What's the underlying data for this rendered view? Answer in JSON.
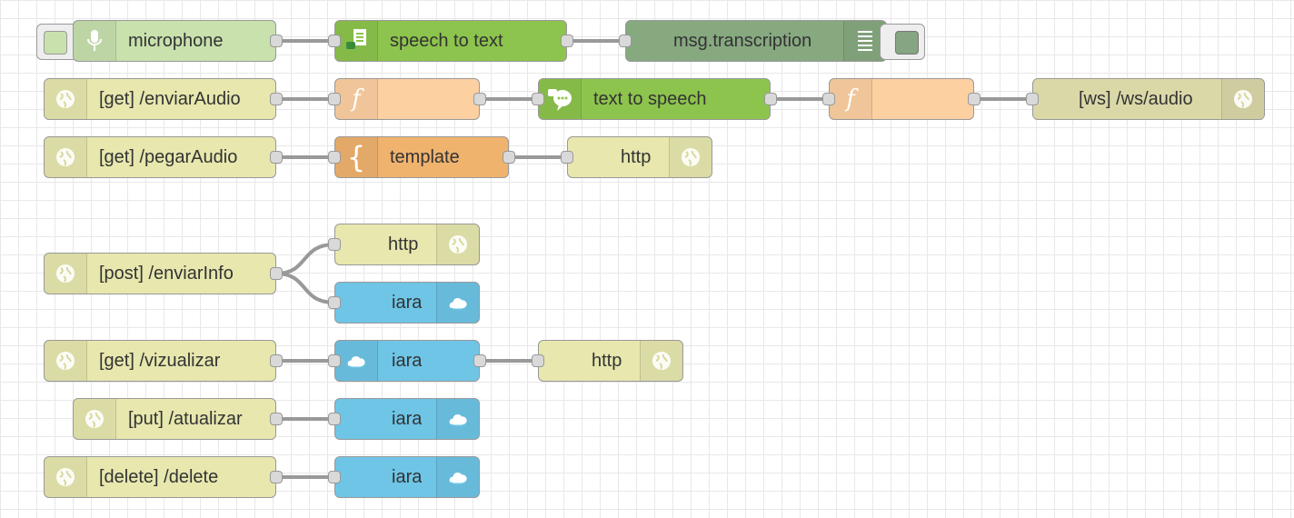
{
  "nodes": {
    "microphone": {
      "label": "microphone"
    },
    "speech_to_text": {
      "label": "speech to text"
    },
    "debug": {
      "label": "msg.transcription"
    },
    "get_enviar_audio": {
      "label": "[get] /enviarAudio"
    },
    "function_1": {
      "label": ""
    },
    "text_to_speech": {
      "label": "text to speech"
    },
    "function_2": {
      "label": ""
    },
    "ws_audio": {
      "label": "[ws] /ws/audio"
    },
    "get_pegar_audio": {
      "label": "[get] /pegarAudio"
    },
    "template": {
      "label": "template"
    },
    "http_1": {
      "label": "http"
    },
    "post_enviar_info": {
      "label": "[post] /enviarInfo"
    },
    "http_2": {
      "label": "http"
    },
    "iara_1": {
      "label": "iara"
    },
    "get_vizualizar": {
      "label": "[get] /vizualizar"
    },
    "iara_2": {
      "label": "iara"
    },
    "http_3": {
      "label": "http"
    },
    "put_atualizar": {
      "label": "[put] /atualizar"
    },
    "iara_3": {
      "label": "iara"
    },
    "delete_delete": {
      "label": "[delete] /delete"
    },
    "iara_4": {
      "label": "iara"
    }
  },
  "icons": {
    "globe": "globe-icon",
    "microphone": "microphone-icon",
    "speech": "speech-document-icon",
    "tts": "chat-bubble-icon",
    "function": "function-icon",
    "template": "brace-icon",
    "debug": "list-icon",
    "cloud": "cloud-icon"
  },
  "colors": {
    "http": "#e7e7ae",
    "microphone": "#c8e1ad",
    "watson": "#8dc44d",
    "debug": "#87a980",
    "function": "#fdd0a2",
    "template": "#f0b36e",
    "websocket": "#dbd8a8",
    "iara": "#6ec5e6",
    "wire": "#999999"
  }
}
